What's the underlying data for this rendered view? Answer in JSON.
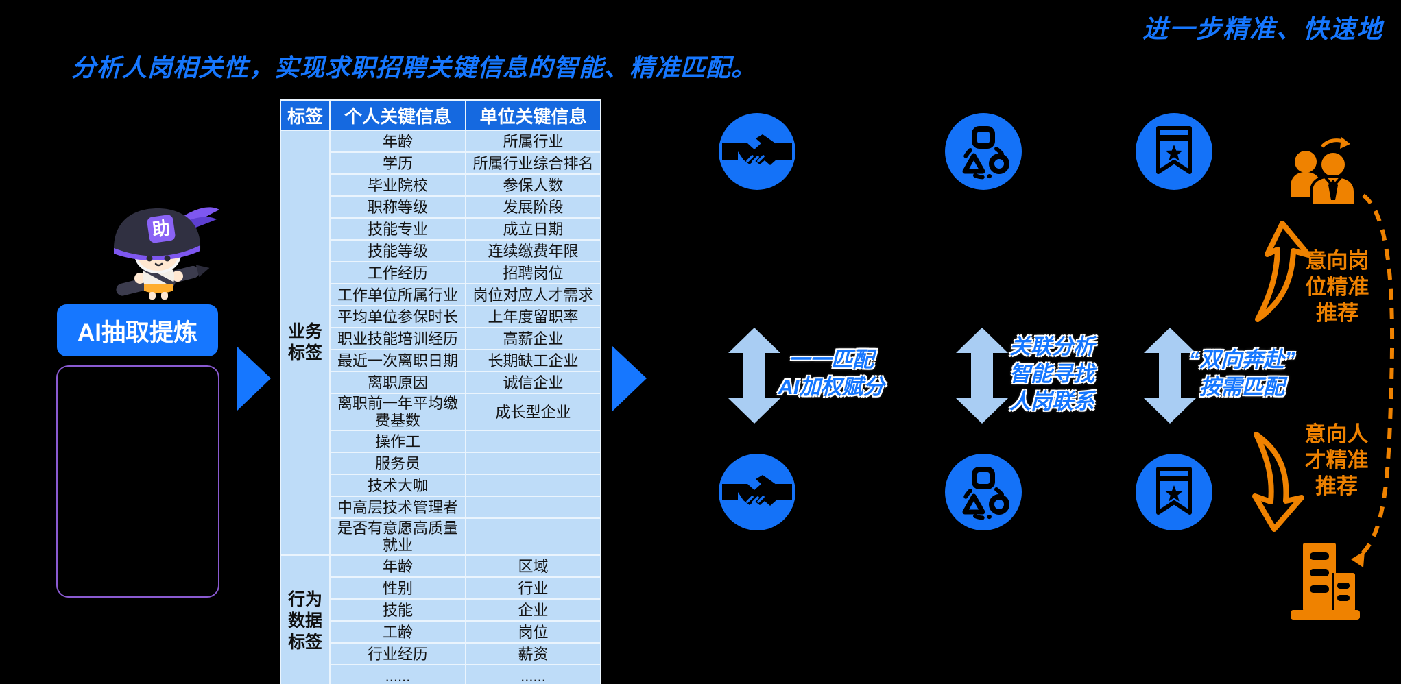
{
  "header": {
    "top_right_note": "进一步精准、快速地",
    "title": "分析人岗相关性，实现求职招聘关键信息的智能、精准匹配。"
  },
  "left_panel": {
    "mascot_badge": "助",
    "extract_button_label": "AI抽取提炼"
  },
  "tag_table": {
    "headers": [
      "标签",
      "个人关键信息",
      "单位关键信息"
    ],
    "sections": [
      {
        "label": "业务\n标签",
        "rows": [
          [
            "年龄",
            "所属行业"
          ],
          [
            "学历",
            "所属行业综合排名"
          ],
          [
            "毕业院校",
            "参保人数"
          ],
          [
            "职称等级",
            "发展阶段"
          ],
          [
            "技能专业",
            "成立日期"
          ],
          [
            "技能等级",
            "连续缴费年限"
          ],
          [
            "工作经历",
            "招聘岗位"
          ],
          [
            "工作单位所属行业",
            "岗位对应人才需求"
          ],
          [
            "平均单位参保时长",
            "上年度留职率"
          ],
          [
            "职业技能培训经历",
            "高薪企业"
          ],
          [
            "最近一次离职日期",
            "长期缺工企业"
          ],
          [
            "离职原因",
            "诚信企业"
          ],
          [
            "离职前一年平均缴费基数",
            "成长型企业"
          ],
          [
            "操作工",
            ""
          ],
          [
            "服务员",
            ""
          ],
          [
            "技术大咖",
            ""
          ],
          [
            "中高层技术管理者",
            ""
          ],
          [
            "是否有意愿高质量就业",
            ""
          ]
        ]
      },
      {
        "label": "行为\n数据\n标签",
        "rows": [
          [
            "年龄",
            "区域"
          ],
          [
            "性别",
            "行业"
          ],
          [
            "技能",
            "企业"
          ],
          [
            "工龄",
            "岗位"
          ],
          [
            "行业经历",
            "薪资"
          ],
          [
            "......",
            "......"
          ]
        ]
      }
    ]
  },
  "matching_steps": [
    {
      "icon": "handshake-icon",
      "lines": [
        "一一匹配",
        "AI加权赋分"
      ]
    },
    {
      "icon": "association-icon",
      "lines": [
        "关联分析",
        "智能寻找",
        "人岗联系"
      ]
    },
    {
      "icon": "bookmark-star-icon",
      "lines": [
        "“双向奔赴”",
        "按需匹配"
      ]
    }
  ],
  "right_panel": {
    "top_label": "意向岗位精准推荐",
    "bottom_label": "意向人才精准推荐"
  },
  "colors": {
    "accent_blue": "#1677ff",
    "icon_circle_blue": "#1472f8",
    "light_blue_arrow": "#a9cdf3",
    "table_header_blue": "#1569e0",
    "table_body_blue": "#bedcf8",
    "orange": "#ef8200",
    "purple_box_border": "#8a5ad1"
  }
}
